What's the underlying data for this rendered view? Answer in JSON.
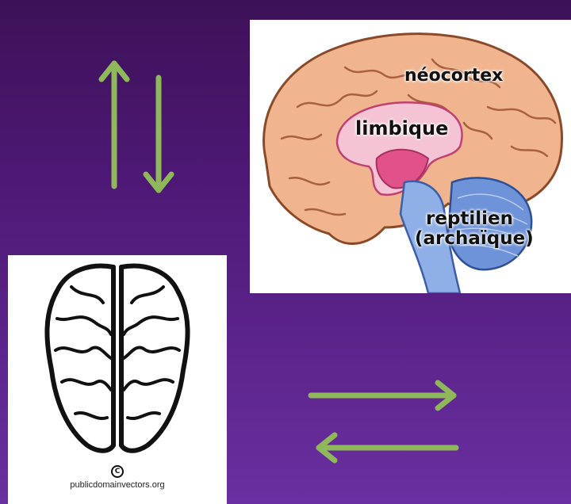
{
  "colors": {
    "background_top": "#3d1158",
    "background_bottom": "#6a2fa0",
    "arrow": "#8fb85a",
    "brain_flesh": "#f0b58e",
    "limbic": "#e2528a",
    "reptilian": "#6f93d8"
  },
  "arrows": {
    "vertical": [
      "arrow-up-icon",
      "arrow-down-icon"
    ],
    "horizontal": [
      "arrow-right-icon",
      "arrow-left-icon"
    ]
  },
  "brain_side": {
    "labels": {
      "neocortex": "néocortex",
      "limbique": "limbique",
      "reptilien": "reptilien",
      "archaique": "(archaïque)"
    }
  },
  "brain_top": {
    "icon": "creative-commons-icon",
    "cc_glyph": "C",
    "credit": "publicdomainvectors.org"
  }
}
